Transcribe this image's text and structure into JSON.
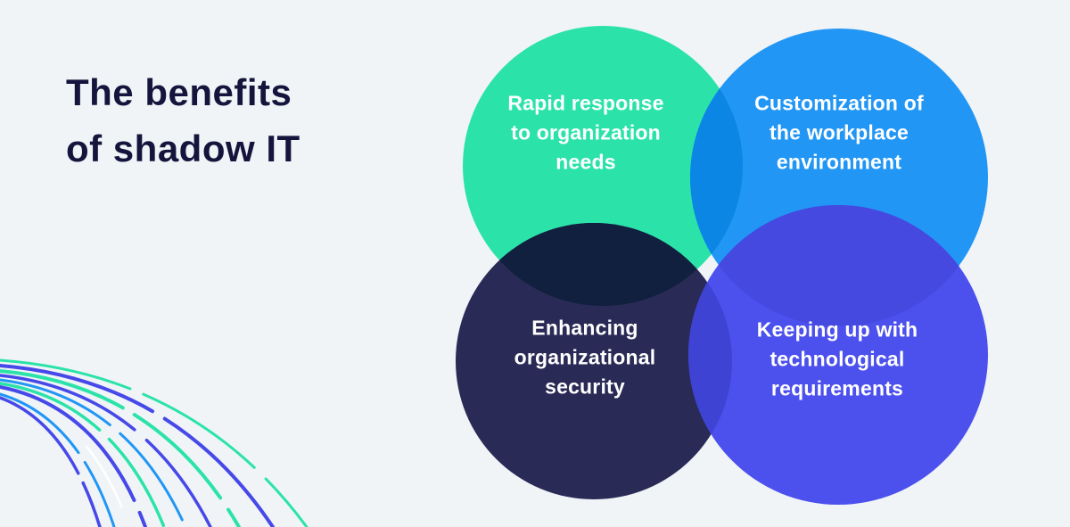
{
  "title": "The benefits\nof shadow IT",
  "venn": {
    "circles": [
      {
        "id": "rapid-response",
        "label": "Rapid response\nto organization\nneeds"
      },
      {
        "id": "customization",
        "label": "Customization of\nthe workplace\nenvironment"
      },
      {
        "id": "security",
        "label": "Enhancing\norganizational\nsecurity"
      },
      {
        "id": "keeping-up",
        "label": "Keeping up with\ntechnological\nrequirements"
      }
    ]
  },
  "colors": {
    "background": "#F0F4F7",
    "title_text": "#14143C",
    "label_text": "#FFFFFF",
    "circle_green": "#2BE3A9",
    "circle_blue": "#2196F5",
    "circle_navy": "#2A2A56",
    "circle_purple": "#4C50ED",
    "lens_green_blue": "#0B86E4",
    "lens_green_navy": "#10203E",
    "lens_blue_navy": "#0E1C42",
    "lens_blue_purple": "#4549E0",
    "lens_navy_purple": "#3E43D4",
    "decor_green": "#2BE3A9",
    "decor_indigo": "#4649E8",
    "decor_blue": "#2196F5",
    "decor_white": "#FFFFFF"
  }
}
